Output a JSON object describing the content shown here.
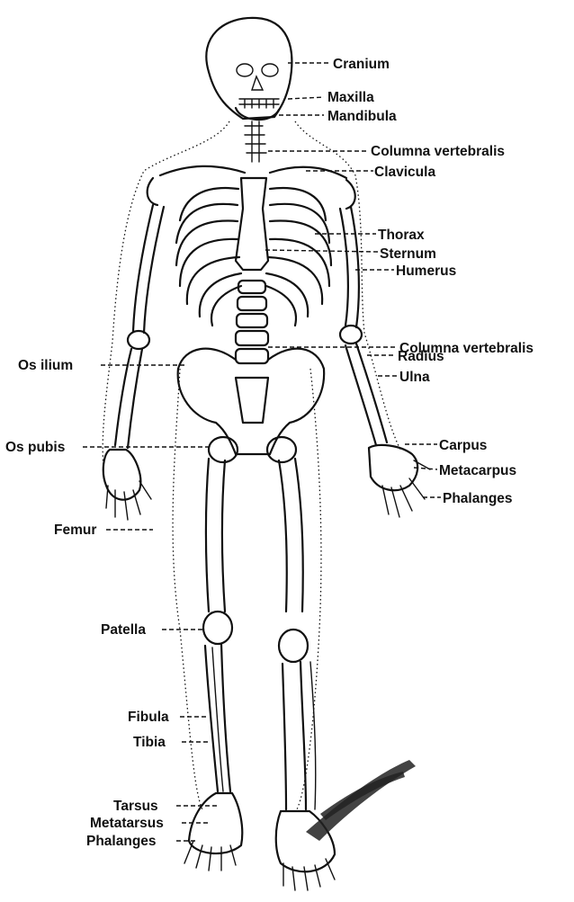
{
  "labels": {
    "cranium": "Cranium",
    "maxilla": "Maxilla",
    "mandibula": "Mandibula",
    "columna_vertebralis_upper": "Columna vertebralis",
    "clavicula": "Clavicula",
    "thorax": "Thorax",
    "sternum": "Sternum",
    "humerus": "Humerus",
    "columna_vertebralis_lower": "Columna vertebralis",
    "radius": "Radius",
    "ulna": "Ulna",
    "carpus_right": "Carpus",
    "metacarpus_right": "Metacarpus",
    "phalanges_hand": "Phalanges",
    "os_ilium": "Os ilium",
    "os_pubis": "Os pubis",
    "femur": "Femur",
    "patella": "Patella",
    "fibula": "Fibula",
    "tibia": "Tibia",
    "tarsus": "Tarsus",
    "metatarsus": "Metatarsus",
    "phalanges_foot": "Phalanges"
  }
}
